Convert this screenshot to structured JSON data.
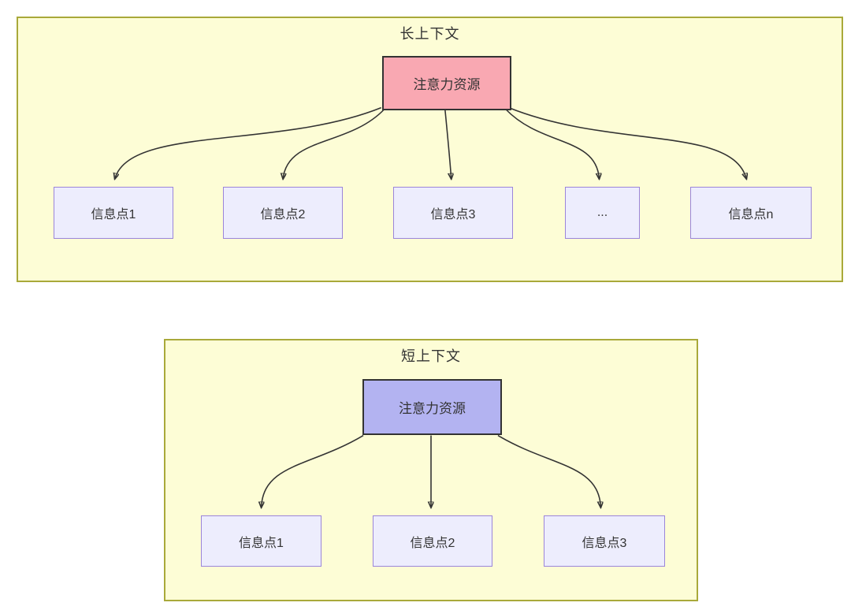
{
  "long_context": {
    "title": "长上下文",
    "attention_label": "注意力资源",
    "nodes": [
      "信息点1",
      "信息点2",
      "信息点3",
      "...",
      "信息点n"
    ]
  },
  "short_context": {
    "title": "短上下文",
    "attention_label": "注意力资源",
    "nodes": [
      "信息点1",
      "信息点2",
      "信息点3"
    ]
  },
  "colors": {
    "page_bg": "#ffffff",
    "section_bg": "#fdfdd6",
    "section_border": "#a9a93a",
    "attention_long_fill": "#f9a8b2",
    "attention_short_fill": "#b3b3f1",
    "attention_border": "#333333",
    "info_fill": "#ededfd",
    "info_border": "#9b85da",
    "arrow": "#333333",
    "text": "#333333"
  }
}
